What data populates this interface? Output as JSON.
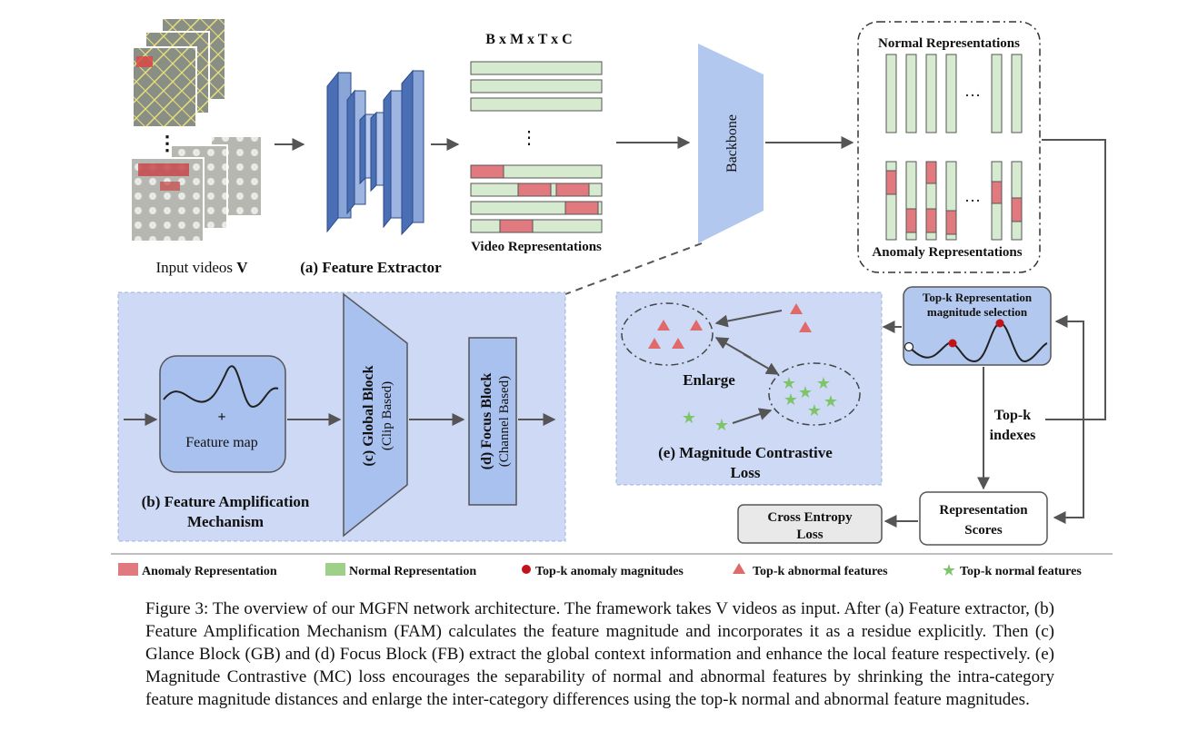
{
  "diagram": {
    "input_label_prefix": "Input videos ",
    "input_label_var": "V",
    "extractor_label": "(a) Feature Extractor",
    "shape_label": "B x M x T x C",
    "video_repr_label": "Video Representations",
    "backbone_label": "Backbone",
    "normal_repr_label": "Normal Representations",
    "anomaly_repr_label": "Anomaly Representations",
    "ellipsis": "…",
    "vdots": "⋮",
    "fam": {
      "feature_map": "Feature map",
      "plus": "+",
      "title_line1": "(b) Feature Amplification",
      "title_line2": "Mechanism",
      "global_block": "(c) Global Block",
      "global_sub": "(Clip Based)",
      "focus_block": "(d) Focus Block",
      "focus_sub": "(Channel Based)"
    },
    "mc": {
      "enlarge": "Enlarge",
      "title_line1": "(e) Magnitude Contrastive",
      "title_line2": "Loss"
    },
    "topk_box_line1": "Top-k Representation",
    "topk_box_line2": "magnitude selection",
    "topk_indexes_line1": "Top-k",
    "topk_indexes_line2": "indexes",
    "rep_scores_line1": "Representation",
    "rep_scores_line2": "Scores",
    "ce_loss_line1": "Cross Entropy",
    "ce_loss_line2": "Loss"
  },
  "legend": {
    "anomaly_repr": "Anomaly Representation",
    "normal_repr": "Normal Representation",
    "topk_anomaly_mag": "Top-k anomaly magnitudes",
    "topk_abnormal_feat": "Top-k abnormal features",
    "topk_normal_feat": "Top-k normal features"
  },
  "caption": "Figure 3: The overview of our MGFN network architecture. The framework takes V videos as input. After (a) Feature extractor, (b) Feature Amplification Mechanism (FAM) calculates the feature magnitude and incorporates it as a residue explicitly. Then (c) Glance Block (GB) and (d) Focus Block (FB) extract the global context information and enhance the local feature respectively. (e) Magnitude Contrastive (MC) loss encourages the separability of normal and abnormal features by shrinking the intra-category feature magnitude distances and enlarge the inter-category differences using the top-k normal and abnormal feature magnitudes.",
  "colors": {
    "anomaly": "#e07a7e",
    "normal": "#d6ead0",
    "panel": "#cdd9f5",
    "block": "#a9c1ee",
    "triangle": "#e06a6a",
    "star": "#7ec46a",
    "magnitude_dot": "#c0141a"
  }
}
